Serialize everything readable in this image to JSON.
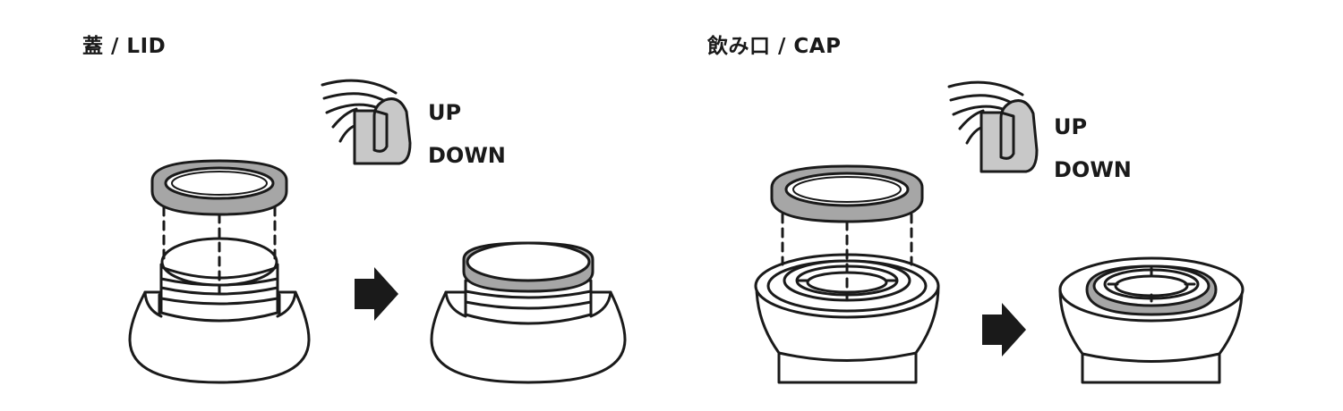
{
  "colors": {
    "ink": "#1a1a1a",
    "seal_gray": "#a6a6a6",
    "profile_gray": "#c8c8c8",
    "background": "#ffffff"
  },
  "lid": {
    "title": "蓋 / LID",
    "up_label": "UP",
    "down_label": "DOWN"
  },
  "cap": {
    "title": "飲み口 / CAP",
    "up_label": "UP",
    "down_label": "DOWN"
  }
}
